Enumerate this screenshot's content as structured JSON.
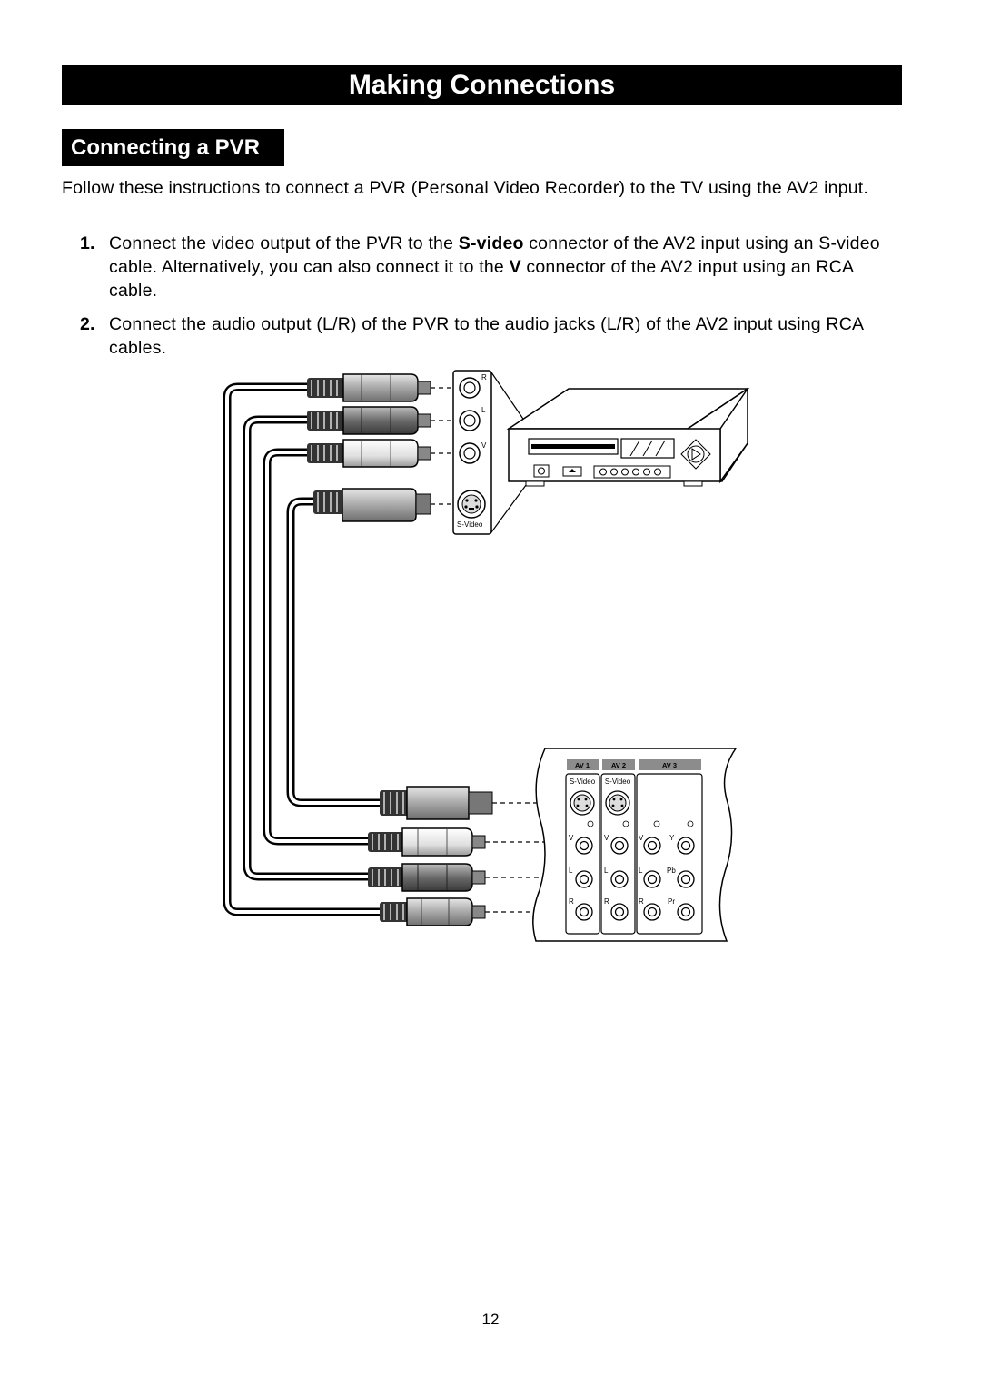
{
  "header": {
    "title": "Making Connections"
  },
  "section": {
    "title": "Connecting a PVR"
  },
  "intro": "Follow these instructions to connect a PVR (Personal Video Recorder) to the TV using the AV2 input.",
  "steps": [
    {
      "num": "1.",
      "text_a": "Connect the video output of the PVR to the ",
      "bold_a": "S-video",
      "text_b": " connector of the AV2 input using an S-video cable. Alternatively, you can also connect it to the ",
      "bold_b": "V",
      "text_c": " connector of the AV2 input using an RCA cable."
    },
    {
      "num": "2.",
      "text": "Connect the audio output (L/R) of the PVR to the audio jacks (L/R) of the AV2 input using RCA cables."
    }
  ],
  "pvr_panel": {
    "labels": [
      "R",
      "L",
      "V"
    ],
    "svideo_label": "S-Video"
  },
  "tv_panel": {
    "tabs": [
      "AV 1",
      "AV 2",
      "AV 3"
    ],
    "svideo_labels": [
      "S-Video",
      "S-Video"
    ],
    "jack_labels": [
      "V",
      "V",
      "V",
      "Y",
      "L",
      "L",
      "L",
      "Pb",
      "R",
      "R",
      "R",
      "Pr"
    ]
  },
  "page_number": "12"
}
